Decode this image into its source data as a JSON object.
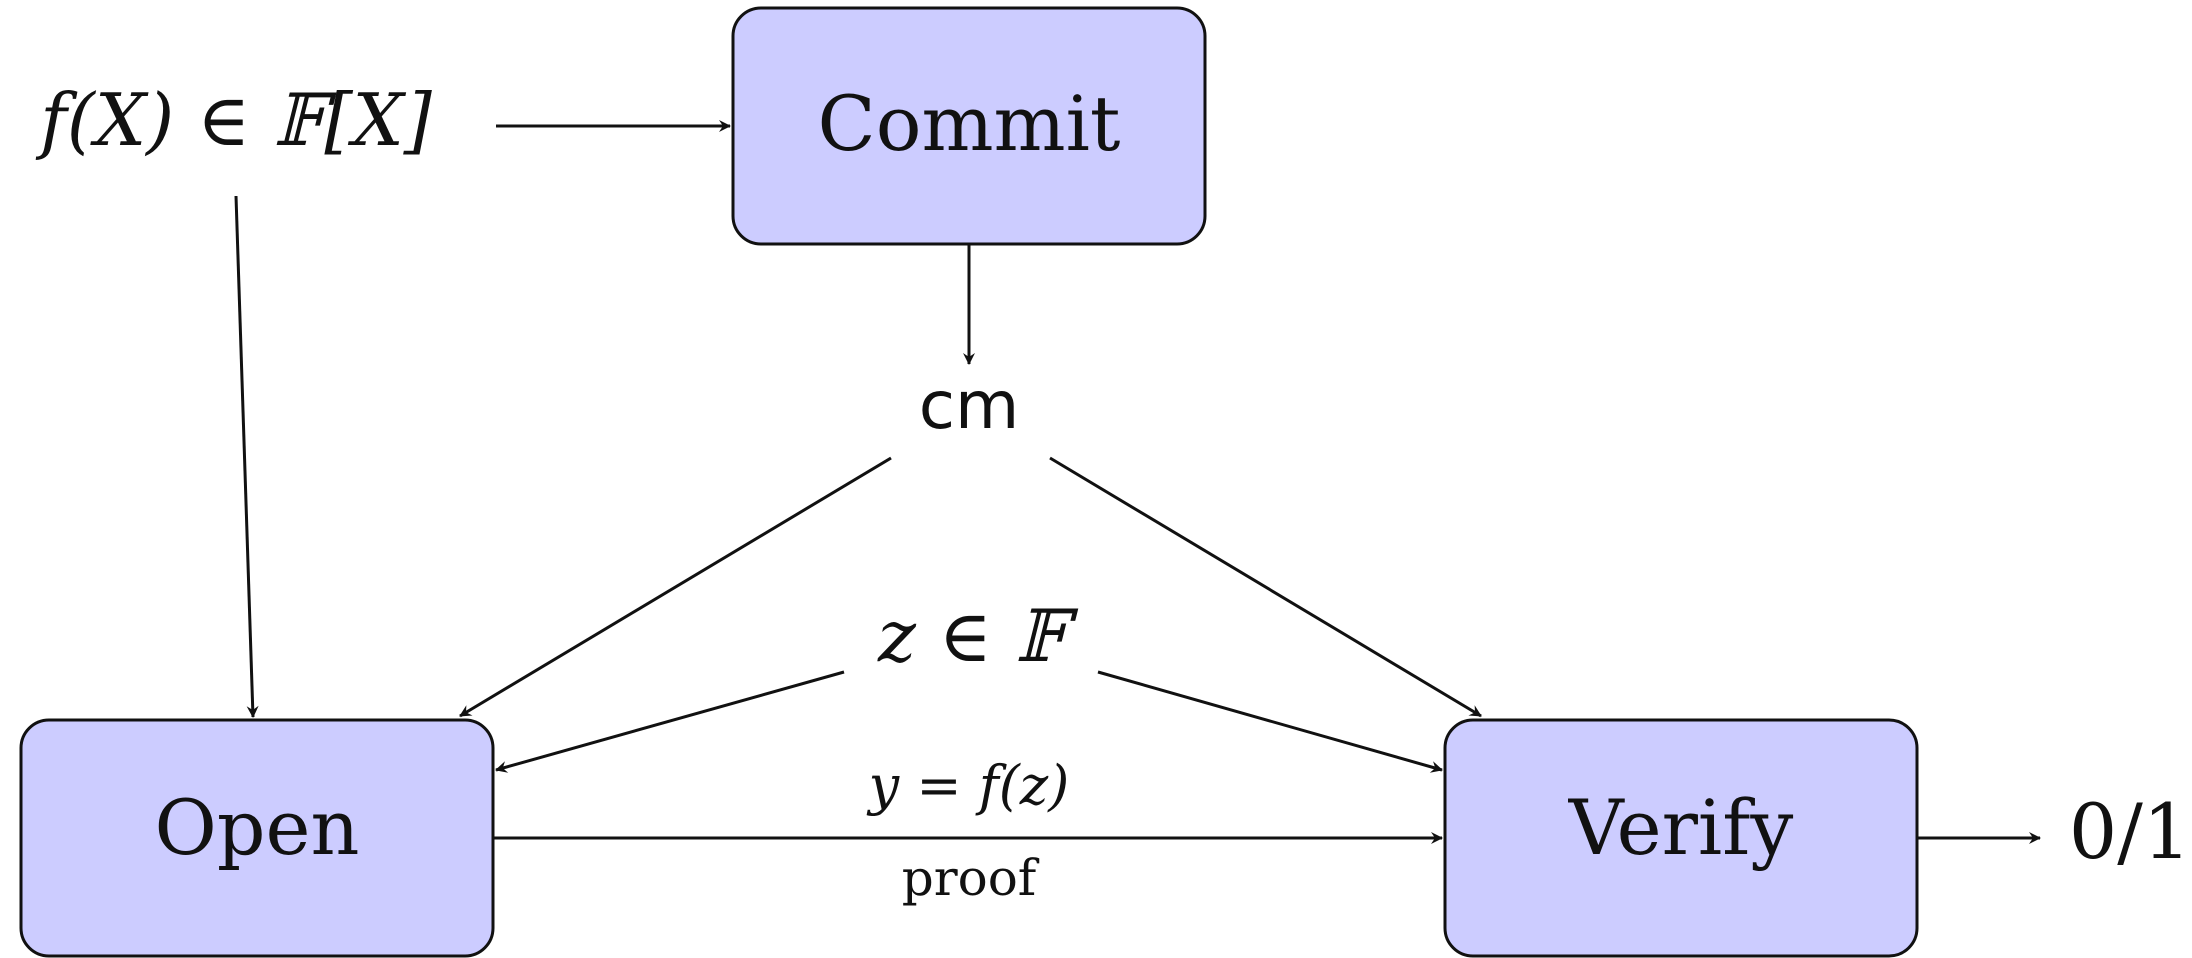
{
  "nodes": {
    "commit": {
      "label": "Commit"
    },
    "open": {
      "label": "Open"
    },
    "verify": {
      "label": "Verify"
    }
  },
  "labels": {
    "polynomial": "f(X) ∈ 𝔽[X]",
    "commitment": "cm",
    "point": "z ∈ 𝔽",
    "evaluation": "y = f(z)",
    "proof": "proof",
    "output": "0/1"
  },
  "colors": {
    "box_fill": "#ccccff",
    "stroke": "#111111"
  }
}
